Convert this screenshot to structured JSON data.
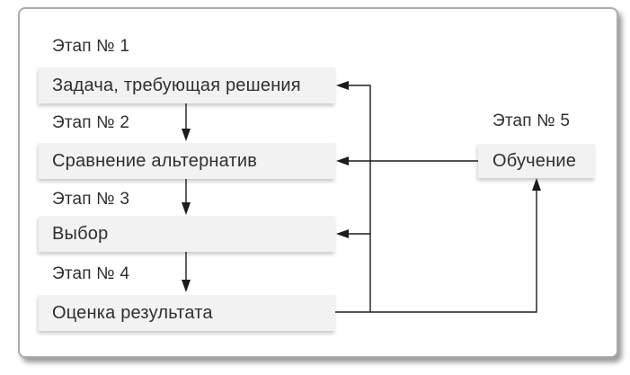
{
  "diagram": {
    "stages": [
      {
        "label": "Этап № 1",
        "box_text": "Задача, требующая решения"
      },
      {
        "label": "Этап № 2",
        "box_text": "Сравнение альтернатив"
      },
      {
        "label": "Этап № 3",
        "box_text": "Выбор"
      },
      {
        "label": "Этап № 4",
        "box_text": "Оценка результата"
      },
      {
        "label": "Этап № 5",
        "box_text": "Обучение"
      }
    ],
    "colors": {
      "box_fill": "#f2f2f2",
      "line": "#1c1c1c",
      "text": "#2f2f2f",
      "frame_border": "#ababab",
      "frame_bg": "#ffffff"
    }
  }
}
